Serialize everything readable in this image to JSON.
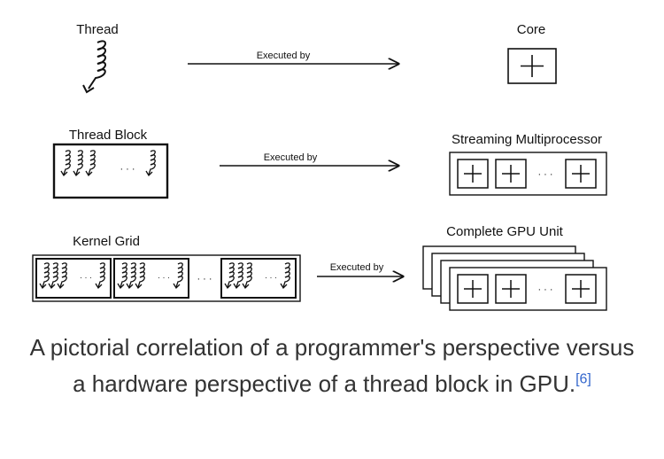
{
  "diagram": {
    "rows": [
      {
        "left_label": "Thread",
        "arrow_label": "Executed by",
        "right_label": "Core"
      },
      {
        "left_label": "Thread Block",
        "arrow_label": "Executed by",
        "right_label": "Streaming Multiprocessor"
      },
      {
        "left_label": "Kernel Grid",
        "arrow_label": "Executed by",
        "right_label": "Complete GPU Unit"
      }
    ],
    "ellipsis": "· · ·"
  },
  "caption": {
    "text": "A pictorial correlation of a programmer's perspective versus a hardware perspective of a thread block in GPU.",
    "reference": "[6]"
  }
}
